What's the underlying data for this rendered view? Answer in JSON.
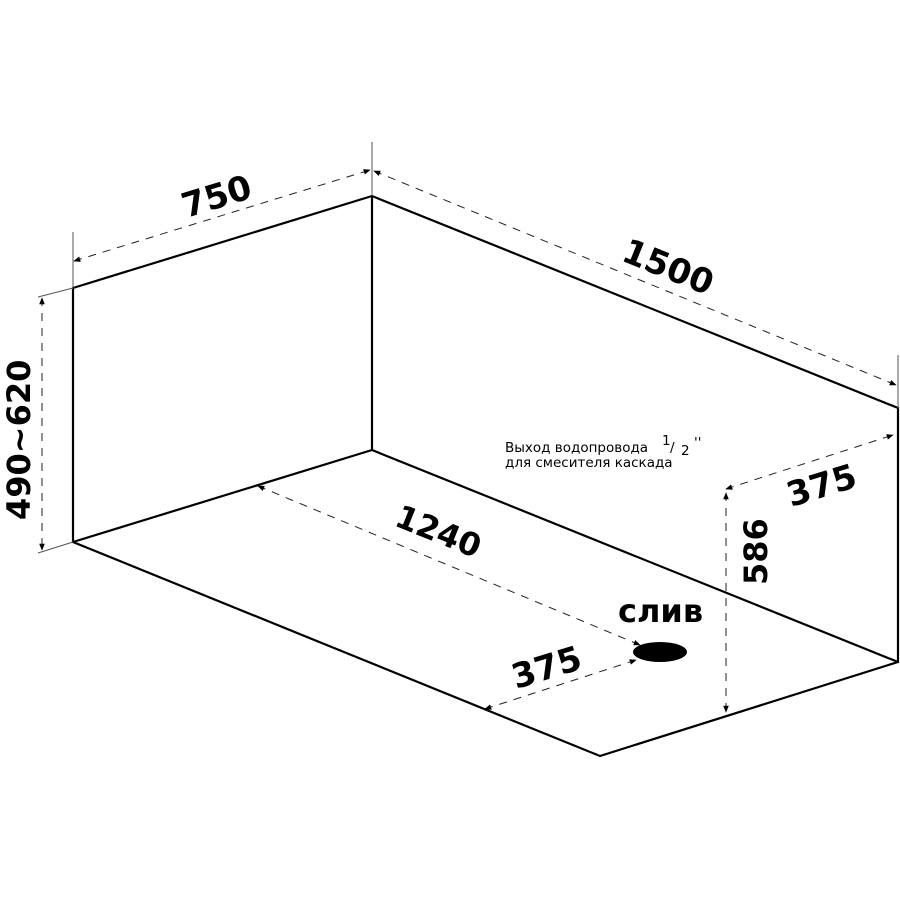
{
  "diagram": {
    "type": "bathtub-dimension-drawing",
    "colors": {
      "line": "#000000",
      "dimension": "#222222",
      "background": "#ffffff"
    },
    "dimensions": {
      "width": "750",
      "length": "1500",
      "height": "490~620",
      "inner_length": "1240",
      "drain_offset": "375",
      "supply_offset": "375",
      "supply_height": "586"
    },
    "labels": {
      "drain": "слив",
      "supply_note_line1": "Выход водопровода",
      "supply_note_fraction_num": "1",
      "supply_note_fraction_slash": "/",
      "supply_note_fraction_den": "2",
      "supply_note_inch": "''",
      "supply_note_line2": "для смесителя каскада"
    }
  }
}
